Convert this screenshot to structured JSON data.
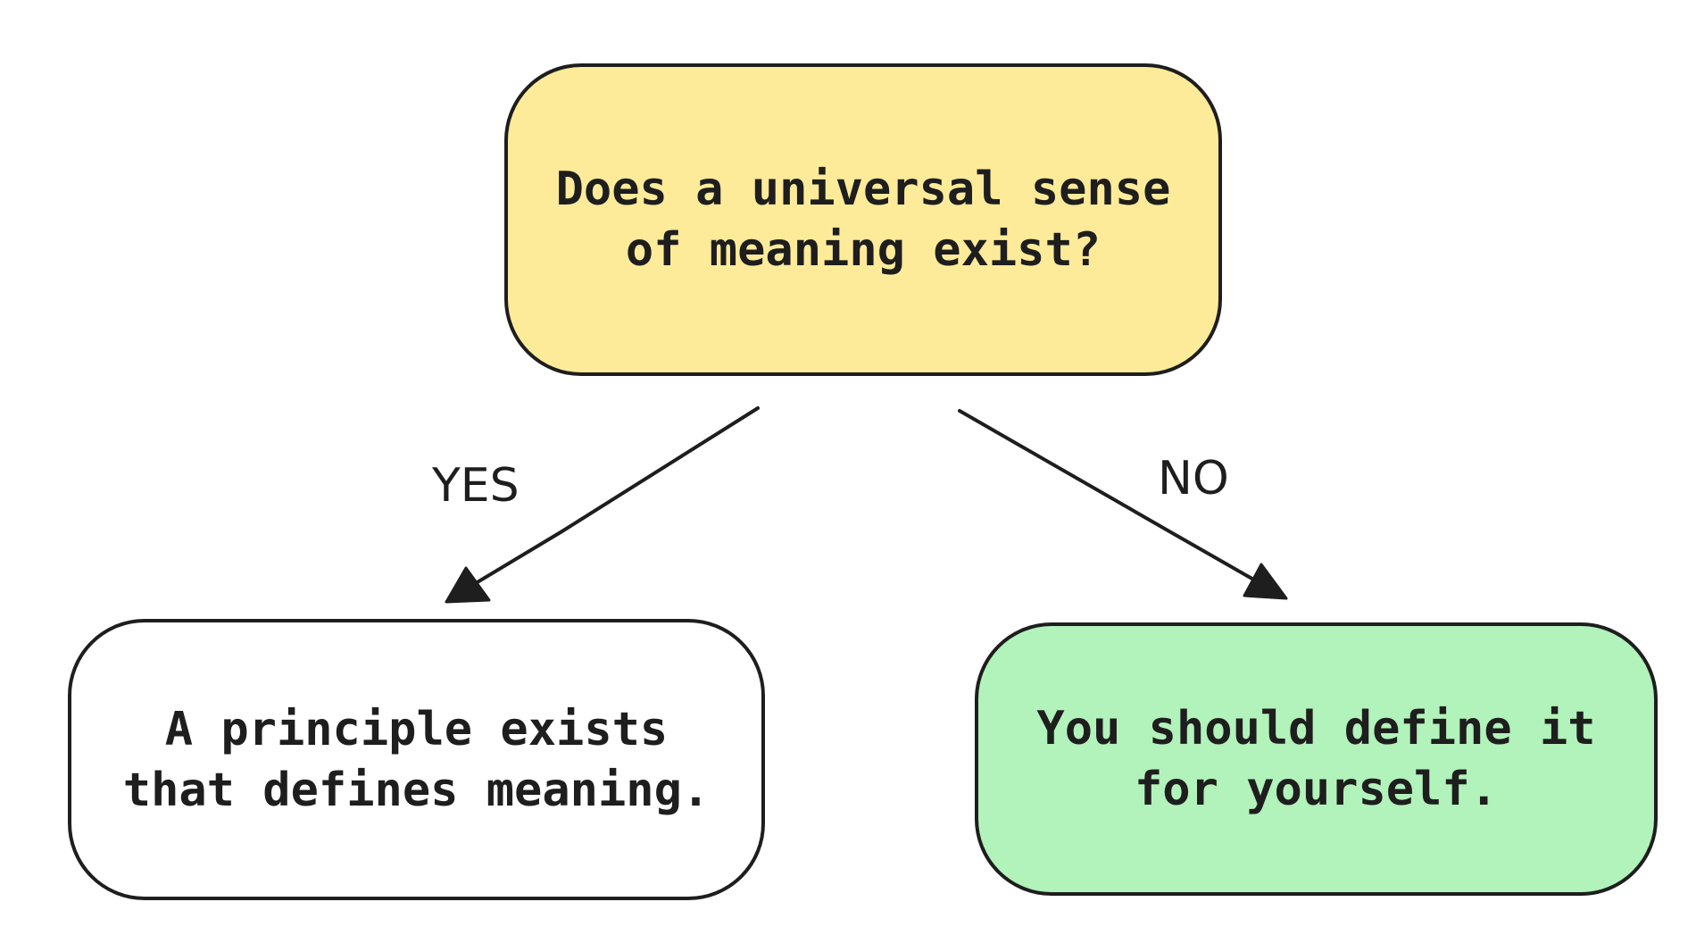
{
  "diagram": {
    "question": {
      "text": "Does a universal sense\nof meaning exist?",
      "fill": "#fdeb9a"
    },
    "yes_branch": {
      "label": "YES",
      "result": "A principle exists\nthat defines meaning.",
      "fill": "#ffffff"
    },
    "no_branch": {
      "label": "NO",
      "result": "You should define it\nfor yourself.",
      "fill": "#b2f2bb"
    },
    "stroke_color": "#1e1e1e"
  }
}
